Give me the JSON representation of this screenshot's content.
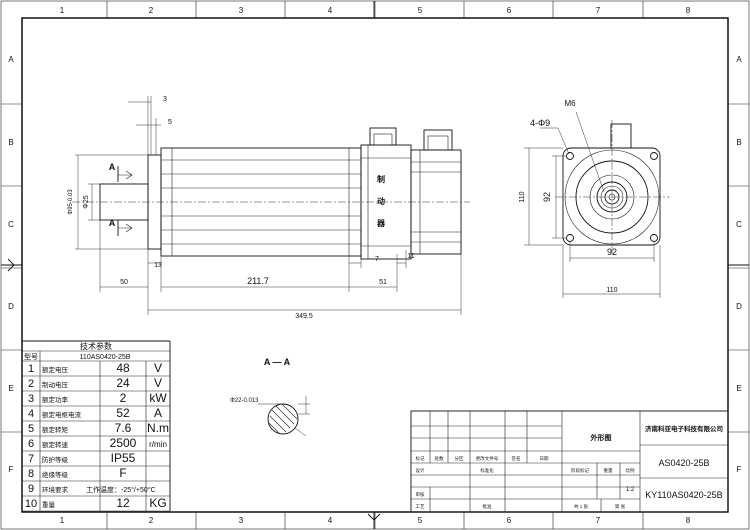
{
  "border": {
    "columns": [
      "1",
      "2",
      "3",
      "4",
      "5",
      "6",
      "7",
      "8"
    ],
    "rows": [
      "A",
      "B",
      "C",
      "D",
      "E",
      "F"
    ]
  },
  "side_view": {
    "dims": {
      "d3": "3",
      "d5": "5",
      "d50": "50",
      "d13": "13",
      "d211": "211.7",
      "d7": "7",
      "d11": "11",
      "d51": "51",
      "d349": "349.5",
      "d25": "Φ25",
      "d95": "Φ95-0.03"
    },
    "section_marks": [
      "A",
      "A"
    ],
    "brake_label": [
      "制",
      "动",
      "器"
    ]
  },
  "end_view": {
    "label_m6": "M6",
    "label_holes": "4-Φ9",
    "dims": {
      "h110": "110",
      "h92": "92",
      "w92": "92",
      "w110": "110"
    }
  },
  "section": {
    "title": "A — A",
    "dia": "Φ22-0.013"
  },
  "spec_table": {
    "title": "技术参数",
    "model_header": "型号",
    "model": "110AS0420-25B",
    "rows": [
      {
        "no": "1",
        "name": "额定电压",
        "value": "48",
        "unit": "V"
      },
      {
        "no": "2",
        "name": "制动电压",
        "value": "24",
        "unit": "V"
      },
      {
        "no": "3",
        "name": "额定功率",
        "value": "2",
        "unit": "kW"
      },
      {
        "no": "4",
        "name": "额定电枢电流",
        "value": "52",
        "unit": "A"
      },
      {
        "no": "5",
        "name": "额定转矩",
        "value": "7.6",
        "unit": "N.m"
      },
      {
        "no": "6",
        "name": "额定转速",
        "value": "2500",
        "unit": "r/min"
      },
      {
        "no": "7",
        "name": "防护等级",
        "value": "IP55",
        "unit": ""
      },
      {
        "no": "8",
        "name": "绝缘等级",
        "value": "F",
        "unit": ""
      },
      {
        "no": "9",
        "name": "环境要求",
        "value": "工作温度：-25°/+50°C",
        "unit": ""
      },
      {
        "no": "10",
        "name": "重量",
        "value": "12",
        "unit": "KG"
      }
    ]
  },
  "title_block": {
    "company": "济南科亚电子科技有限公司",
    "drawing_title": "外形图",
    "part_no": "AS0420-25B",
    "drawing_no": "KY110AS0420-25B",
    "labels": {
      "biaoji": "标记",
      "chushu": "处数",
      "fenqu": "分区",
      "gengwenjian": "更改文件号",
      "qianming": "签名",
      "riqi": "日期",
      "sheji": "设计",
      "biaozhunhua": "标准化",
      "shenhe": "审核",
      "gongyi": "工艺",
      "pizhun": "批准",
      "jieduan": "阶段标记",
      "zhongliang": "重量",
      "bili": "比例",
      "zhang": "共 1 张",
      "di": "第 张"
    },
    "scale": "1:2"
  }
}
